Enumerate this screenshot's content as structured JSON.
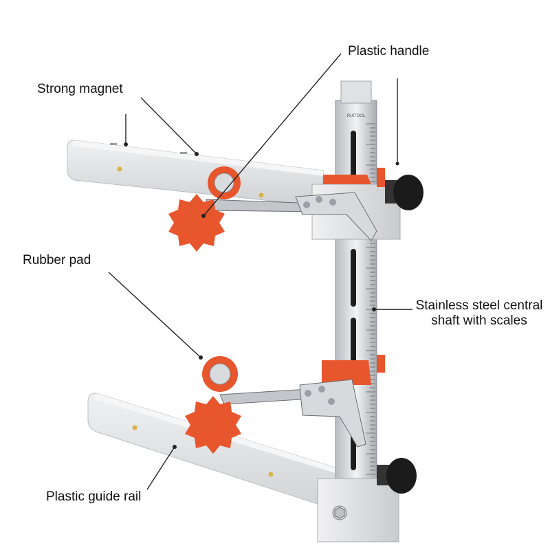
{
  "labels": {
    "plastic_handle": "Plastic handle",
    "strong_magnet": "Strong magnet",
    "rubber_pad": "Rubber pad",
    "shaft_line1": "Stainless steel central",
    "shaft_line2": "shaft with scales",
    "guide_rail": "Plastic guide rail"
  },
  "scale_text": "RUITOOL",
  "colors": {
    "rail_gray": "#e2e3e5",
    "steel": "#cfd3d6",
    "accent_orange": "#e8562e",
    "knob_black": "#1b1b1b",
    "leader_line": "#222222"
  }
}
